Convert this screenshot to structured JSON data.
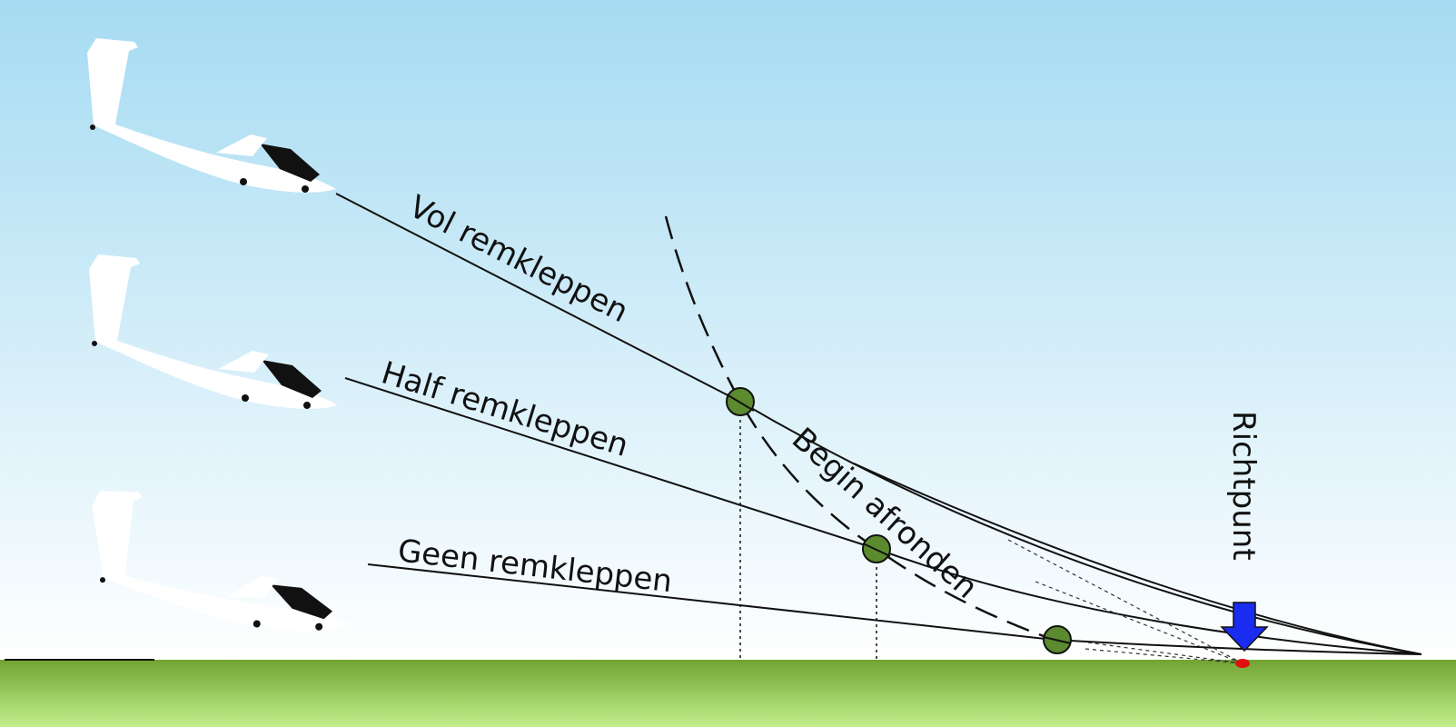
{
  "diagram": {
    "labels": {
      "full_brakes": "Vol remkleppen",
      "half_brakes": "Half remkleppen",
      "no_brakes": "Geen remkleppen",
      "flare_start": "Begin afronden",
      "aim_point": "Richtpunt"
    },
    "colors": {
      "sky_top": "#a5dbf2",
      "sky_bottom": "#ffffff",
      "ground_top": "#72a332",
      "ground_bottom": "#c2ef8c",
      "flare_marker": "#5c8a2e",
      "aim_arrow": "#1a2cf0",
      "touchdown_dot": "#e01010",
      "line": "#111111"
    },
    "icons": {
      "glider": "glider-icon",
      "aim_point": "arrow-down-icon"
    }
  }
}
